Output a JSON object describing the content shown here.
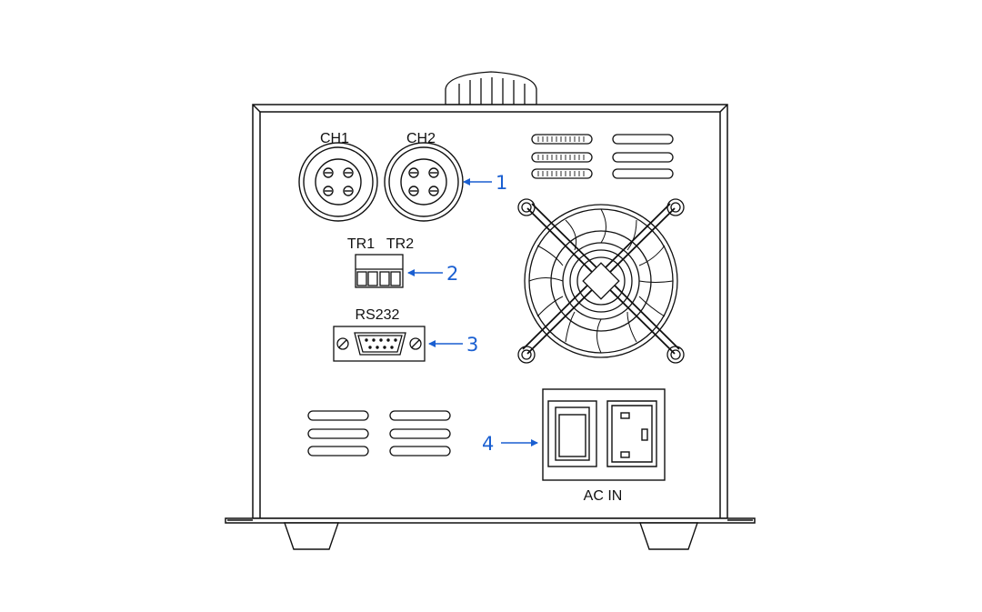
{
  "labels": {
    "ch1": "CH1",
    "ch2": "CH2",
    "tr1": "TR1",
    "tr2": "TR2",
    "rs232": "RS232",
    "ac_in": "AC IN"
  },
  "callouts": [
    "1",
    "2",
    "3",
    "4"
  ],
  "colors": {
    "outline": "#111111",
    "callout": "#1a5fd1",
    "background": "#ffffff"
  }
}
